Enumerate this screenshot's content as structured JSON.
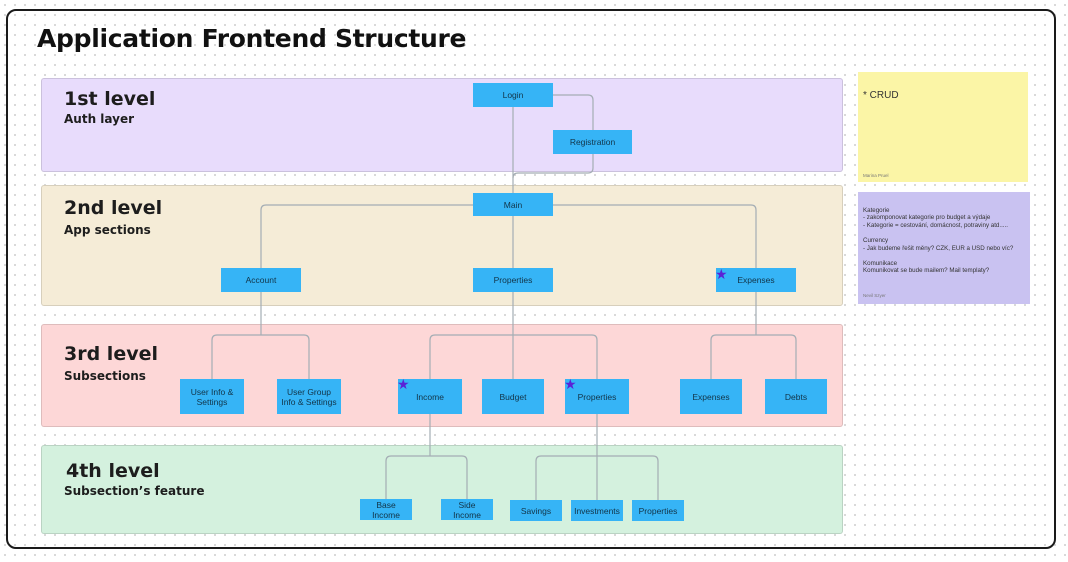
{
  "title": "Application Frontend Structure",
  "colors": {
    "level1_bg": "#e8dcfc",
    "level2_bg": "#f5ecd7",
    "level3_bg": "#fdd7d7",
    "level4_bg": "#d4f1de",
    "node_fill": "#36b4f6",
    "connector": "#a4adb4",
    "star": "#5a22d6",
    "note_yellow": "#fbf5a6",
    "note_purple": "#c9c2f1"
  },
  "levels": {
    "l1": {
      "title": "1st level",
      "subtitle": "Auth layer"
    },
    "l2": {
      "title": "2nd level",
      "subtitle": "App sections"
    },
    "l3": {
      "title": "3rd level",
      "subtitle": "Subsections"
    },
    "l4": {
      "title": "4th level",
      "subtitle": "Subsection’s feature"
    }
  },
  "nodes": {
    "login": "Login",
    "registration": "Registration",
    "main": "Main",
    "account": "Account",
    "properties": "Properties",
    "expenses": "Expenses",
    "user_info": "User Info &\nSettings",
    "user_group": "User Group\nInfo & Settings",
    "income": "Income",
    "budget": "Budget",
    "properties_sub": "Properties",
    "expenses_sub": "Expenses",
    "debts": "Debts",
    "base_income": "Base Income",
    "side_income": "Side Income",
    "savings": "Savings",
    "investments": "Investments",
    "properties_feat": "Properties"
  },
  "star_icon": "star-icon",
  "notes": {
    "crud": {
      "text": "* CRUD",
      "author": "Marina Pruel"
    },
    "details": {
      "text": "Kategorie\n - zakomponovat kategorie pro budget a výdaje\n - Kategorie = cestování, domácnost, potraviny atd.....\n\nCurrency\n - Jak budeme řešit měny? CZK, EUR a USD nebo víc?\n\nKomunikace\nKomunikovat se bude mailem? Mail templaty?",
      "author": "Nevil Szyer"
    }
  }
}
